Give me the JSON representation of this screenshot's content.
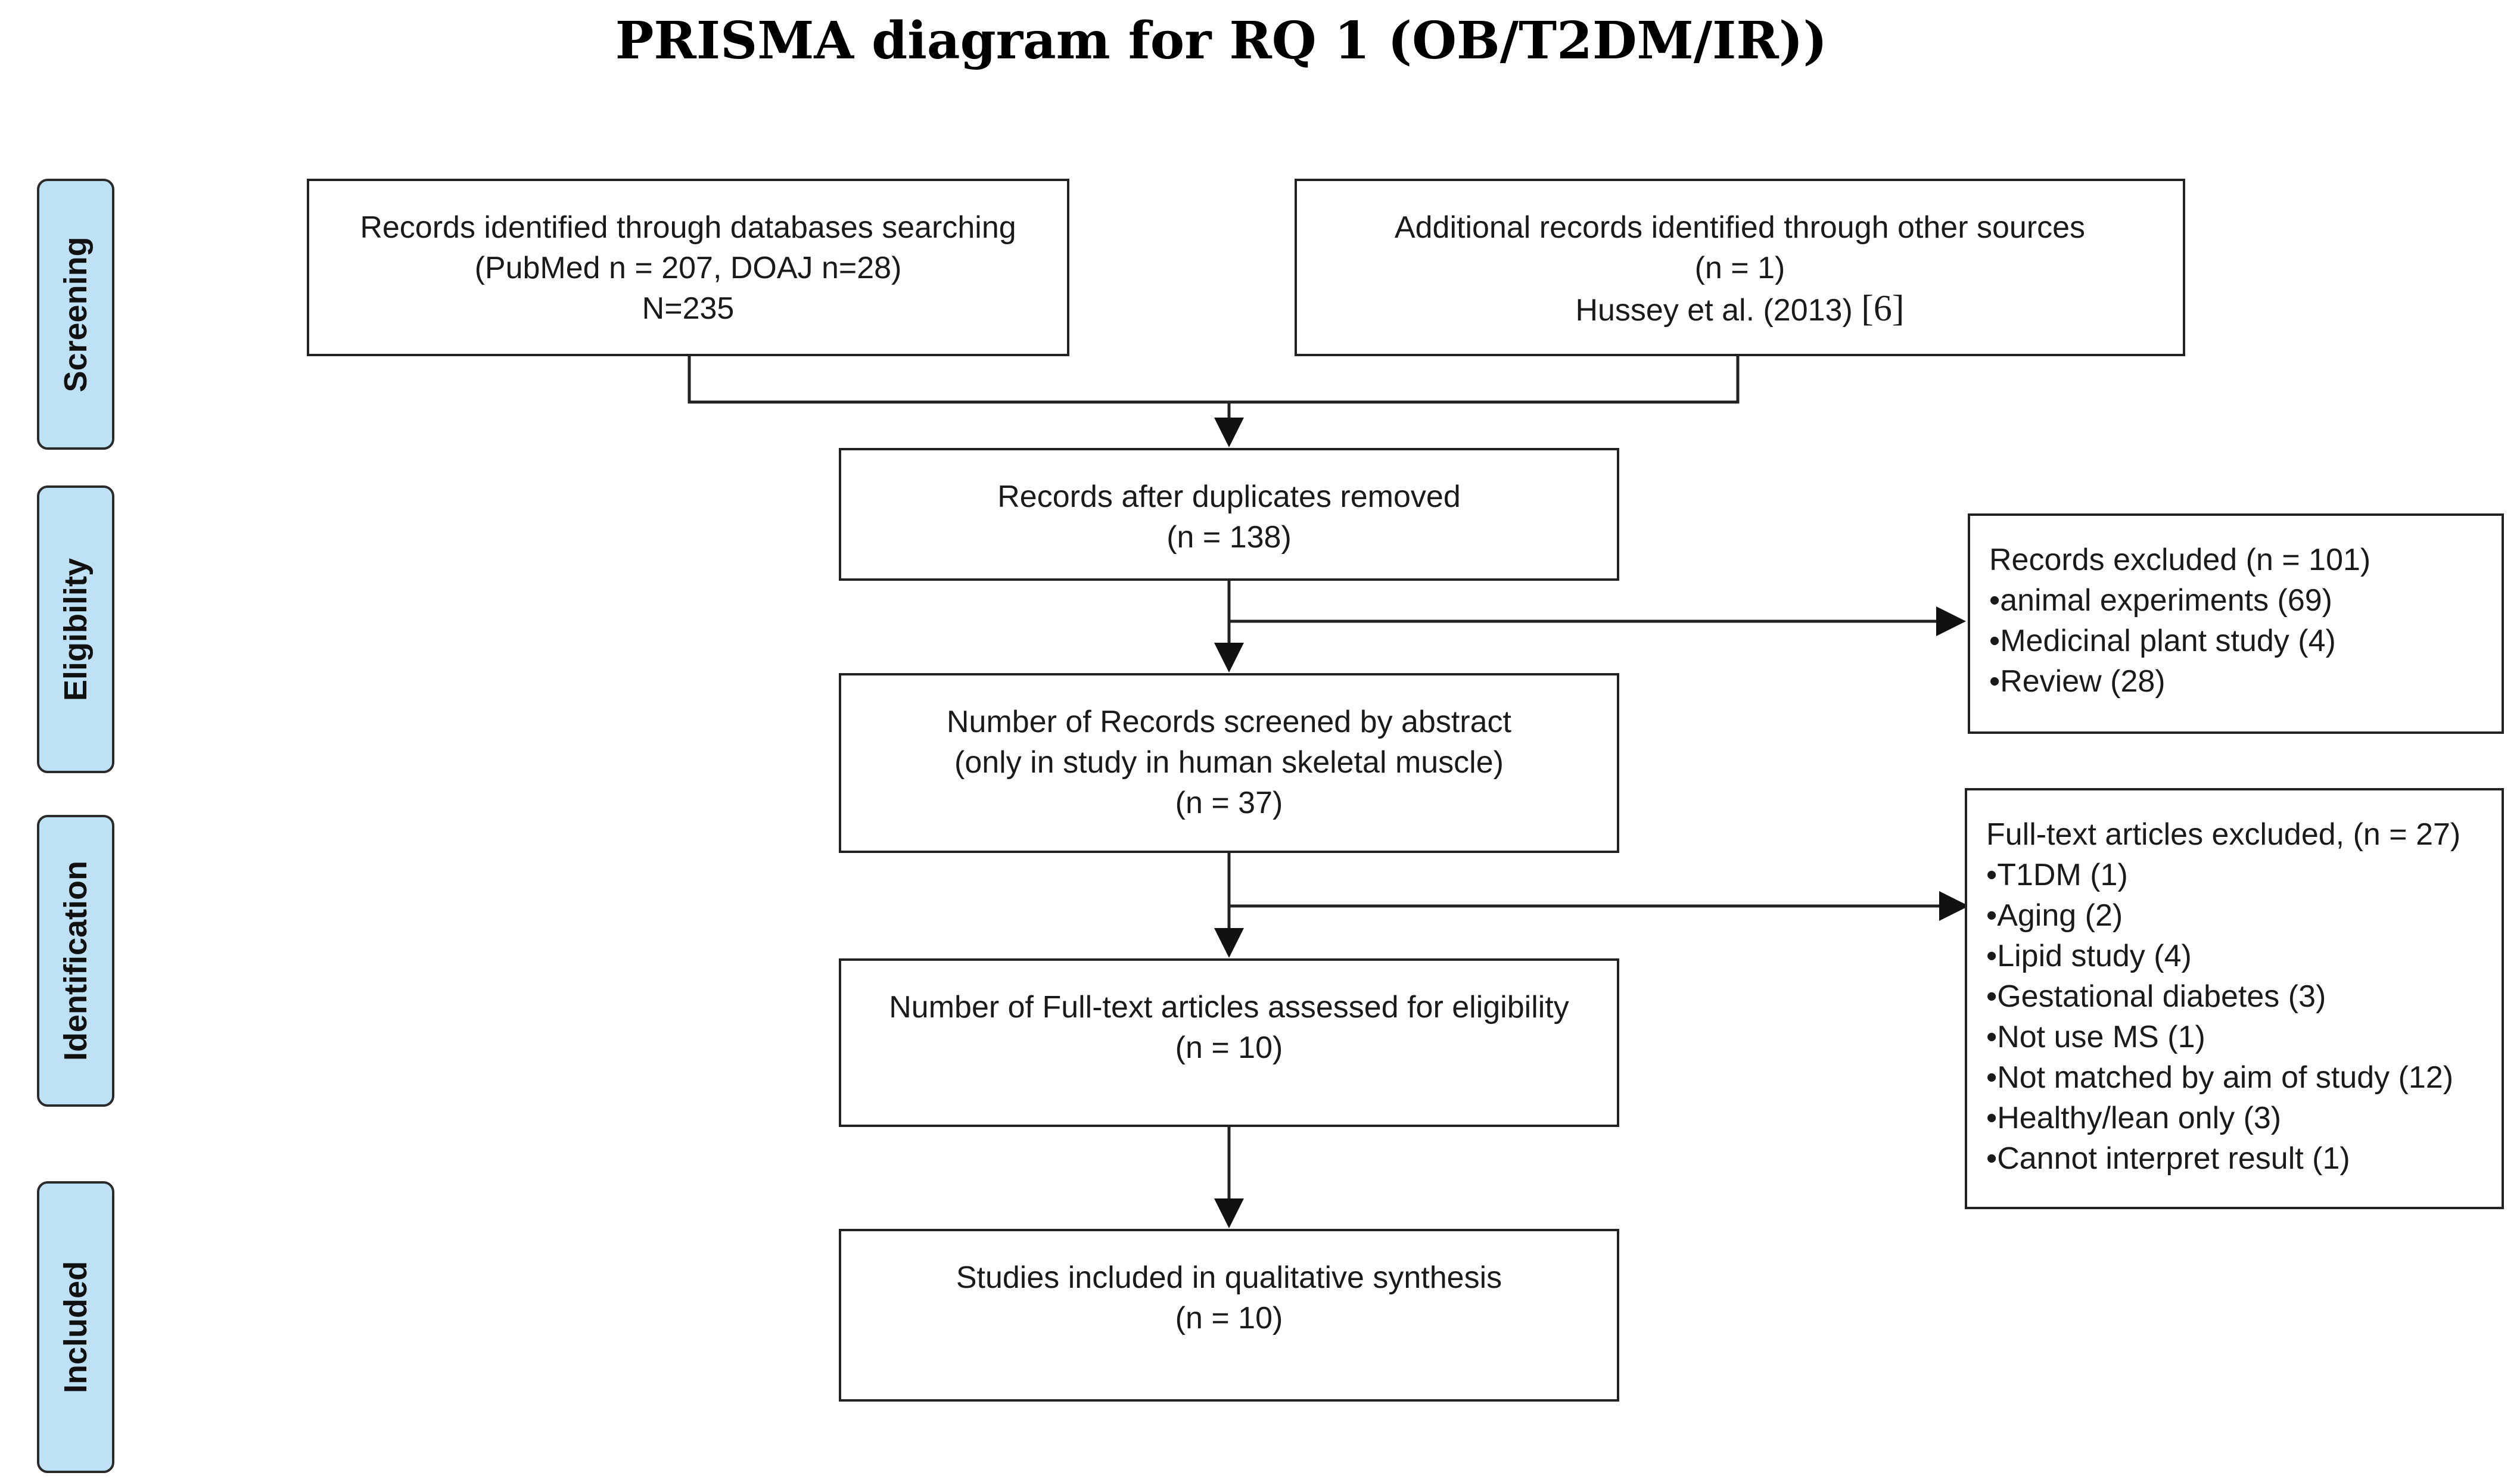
{
  "title": "PRISMA diagram for RQ 1 (OB/T2DM/IR))",
  "stages": {
    "screening": "Screening",
    "eligibility": "Eligibility",
    "identification": "Identification",
    "included": "Included"
  },
  "boxes": {
    "db_search": {
      "line1": "Records identified through databases searching",
      "line2": "(PubMed n = 207,  DOAJ n=28)",
      "line3": "N=235"
    },
    "other_sources": {
      "line1": "Additional records identified through other sources",
      "line2": "(n = 1)",
      "line3": "Hussey et al. (2013)",
      "ref": "[6]"
    },
    "after_duplicates": {
      "line1": "Records after duplicates removed",
      "line2": "(n = 138)"
    },
    "screened_abstract": {
      "line1": "Number of Records screened by abstract",
      "line2": "(only in study in human skeletal muscle)",
      "line3": "(n = 37)"
    },
    "fulltext_assessed": {
      "line1": "Number of Full-text articles assessed for eligibility",
      "line2": "(n = 10)"
    },
    "included_synthesis": {
      "line1": "Studies included in qualitative synthesis",
      "line2": "(n = 10)"
    },
    "records_excluded": {
      "header": "Records excluded (n = 101)",
      "items": [
        "•animal experiments (69)",
        "•Medicinal plant study (4)",
        "•Review (28)"
      ]
    },
    "fulltext_excluded": {
      "header": "Full-text articles excluded, (n = 27)",
      "items": [
        "•T1DM  (1)",
        "•Aging (2)",
        "•Lipid study (4)",
        "•Gestational diabetes (3)",
        "•Not use MS  (1)",
        "•Not matched by aim of study (12)",
        "•Healthy/lean only (3)",
        "•Cannot interpret result (1)"
      ]
    }
  },
  "colors": {
    "stage_fill": "#bfe1f5",
    "border": "#222222"
  }
}
